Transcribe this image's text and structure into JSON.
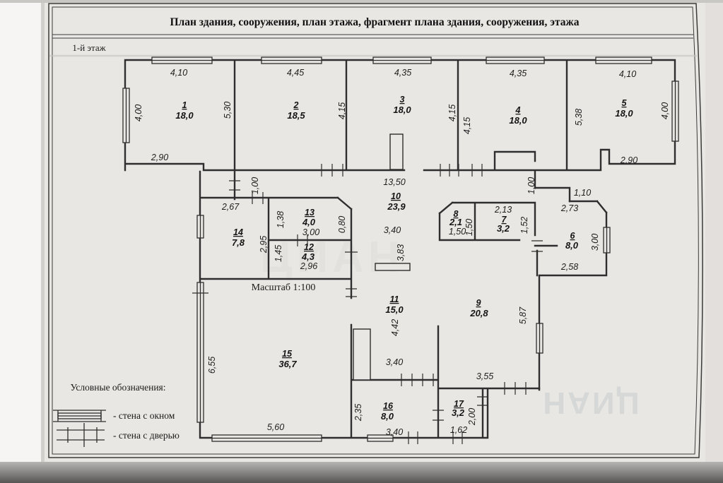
{
  "title": "План здания, сооружения, план этажа, фрагмент плана здания, сооружения, этажа",
  "floor_label": "1-й этаж",
  "scale_label": "Масштаб 1:100",
  "legend": {
    "heading": "Условные обозначения:",
    "window_label": "- стена с окном",
    "door_label": "- стена с дверью"
  },
  "watermark": "ЦИАН",
  "rooms": [
    {
      "number": "1",
      "area": "18,0"
    },
    {
      "number": "2",
      "area": "18,5"
    },
    {
      "number": "3",
      "area": "18,0"
    },
    {
      "number": "4",
      "area": "18,0"
    },
    {
      "number": "5",
      "area": "18,0"
    },
    {
      "number": "6",
      "area": "8,0"
    },
    {
      "number": "7",
      "area": "3,2"
    },
    {
      "number": "8",
      "area": "2,1"
    },
    {
      "number": "9",
      "area": "20,8"
    },
    {
      "number": "10",
      "area": "23,9"
    },
    {
      "number": "11",
      "area": "15,0"
    },
    {
      "number": "12",
      "area": "4,3"
    },
    {
      "number": "13",
      "area": "4,0"
    },
    {
      "number": "14",
      "area": "7,8"
    },
    {
      "number": "15",
      "area": "36,7"
    },
    {
      "number": "16",
      "area": "8,0"
    },
    {
      "number": "17",
      "area": "3,2"
    }
  ],
  "dims": [
    "4,10",
    "4,45",
    "4,35",
    "4,35",
    "4,10",
    "4,00",
    "5,30",
    "4,15",
    "4,15",
    "4,15",
    "5,38",
    "4,00",
    "2,90",
    "2,90",
    "1,00",
    "13,50",
    "1,00",
    "1,10",
    "2,67",
    "2,73",
    "2,13",
    "1,38",
    "3,00",
    "0,80",
    "1,50",
    "1,50",
    "1,52",
    "2,95",
    "3,40",
    "3,83",
    "3,00",
    "1,45",
    "2,96",
    "2,58",
    "4,42",
    "5,87",
    "6,55",
    "3,40",
    "3,55",
    "2,35",
    "2,00",
    "5,60",
    "3,40",
    "1,62"
  ]
}
